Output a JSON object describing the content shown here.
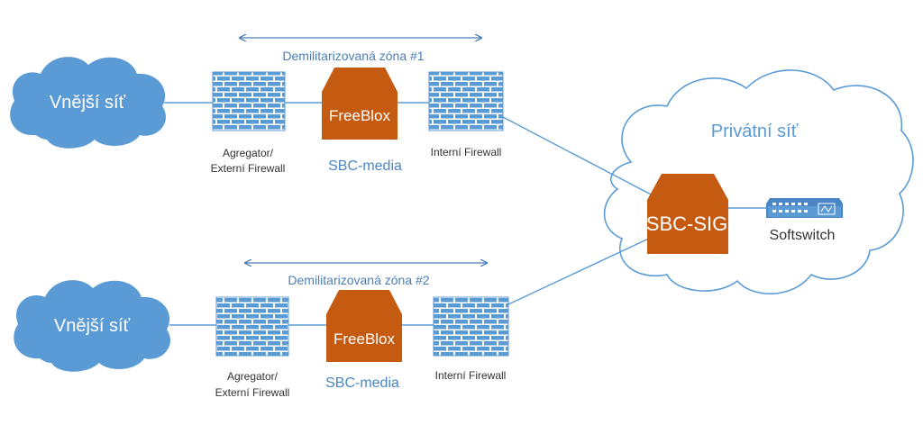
{
  "colors": {
    "cloud_fill": "#5b9bd5",
    "line": "#5b9bd5",
    "firewall_brick": "#5b9bd5",
    "firewall_mortar": "#ffffff",
    "box_fill": "#c55a11",
    "private_cloud_stroke": "#5b9bd5",
    "arrow": "#4a7fb5"
  },
  "icons": {
    "firewall": "brick-wall-icon",
    "box": "orange-appliance-icon",
    "cloud": "cloud-icon",
    "switch": "network-switch-icon"
  },
  "zone1": {
    "label": "Demilitarizovaná zóna #1",
    "external_cloud": "Vnější síť",
    "aggregator_line1": "Agregator/",
    "aggregator_line2": "Externí Firewall",
    "freeblox": "FreeBlox",
    "sbc_media": "SBC-media",
    "internal_firewall": "Interní Firewall"
  },
  "zone2": {
    "label": "Demilitarizovaná zóna #2",
    "external_cloud": "Vnější síť",
    "aggregator_line1": "Agregator/",
    "aggregator_line2": "Externí Firewall",
    "freeblox": "FreeBlox",
    "sbc_media": "SBC-media",
    "internal_firewall": "Interní Firewall"
  },
  "private": {
    "label": "Privátní síť",
    "sbc_sig": "SBC-SIG",
    "softswitch": "Softswitch"
  }
}
